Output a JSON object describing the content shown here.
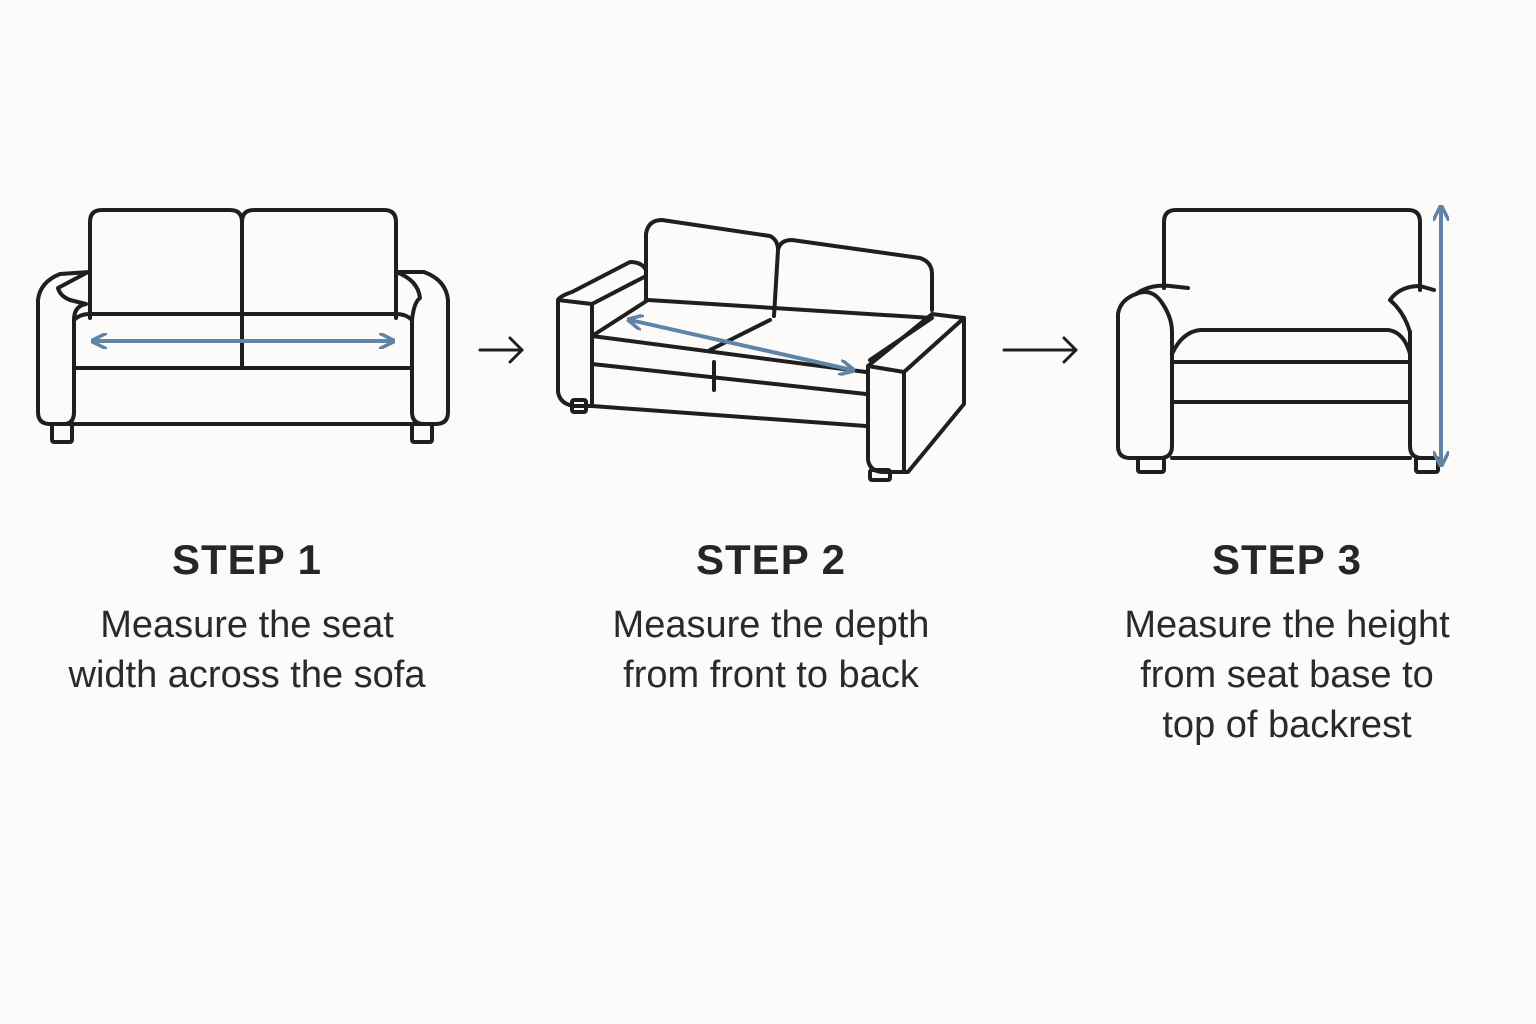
{
  "colors": {
    "background": "#fcfbf9",
    "outline": "#1f1f1f",
    "measure_arrow": "#5f84a8",
    "text": "#262626"
  },
  "steps": [
    {
      "title": "STEP 1",
      "description": "Measure the seat\nwidth across the sofa",
      "measurement": "seat-width",
      "icon": "sofa-front-icon"
    },
    {
      "title": "STEP 2",
      "description": "Measure the depth\nfrom front to back",
      "measurement": "seat-depth",
      "icon": "sofa-angled-icon"
    },
    {
      "title": "STEP 3",
      "description": "Measure the height\nfrom seat base to\ntop of backrest",
      "measurement": "backrest-height",
      "icon": "armchair-icon"
    }
  ],
  "connectors": [
    {
      "from": "STEP 1",
      "to": "STEP 2",
      "icon": "arrow-right-icon"
    },
    {
      "from": "STEP 2",
      "to": "STEP 3",
      "icon": "arrow-right-icon"
    }
  ]
}
